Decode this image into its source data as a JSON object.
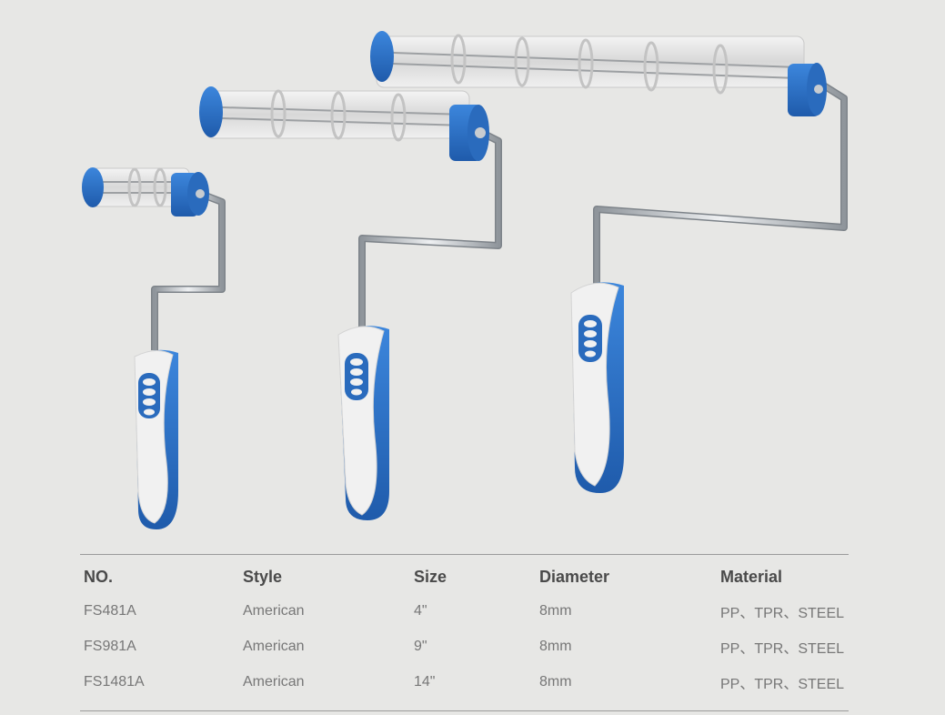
{
  "colors": {
    "background": "#e7e7e5",
    "accent_blue": "#2f72c4",
    "handle_white": "#f2f2f2",
    "steel": "#c4c8cc"
  },
  "product_icons": [
    "paint-roller-frame-4in",
    "paint-roller-frame-9in",
    "paint-roller-frame-14in"
  ],
  "spec_table": {
    "headers": [
      "NO.",
      "Style",
      "Size",
      "Diameter",
      "Material"
    ],
    "rows": [
      [
        "FS481A",
        "American",
        "4\"",
        "8mm",
        "PP、TPR、STEEL"
      ],
      [
        "FS981A",
        "American",
        "9\"",
        "8mm",
        "PP、TPR、STEEL"
      ],
      [
        "FS1481A",
        "American",
        "14\"",
        "8mm",
        "PP、TPR、STEEL"
      ]
    ]
  }
}
